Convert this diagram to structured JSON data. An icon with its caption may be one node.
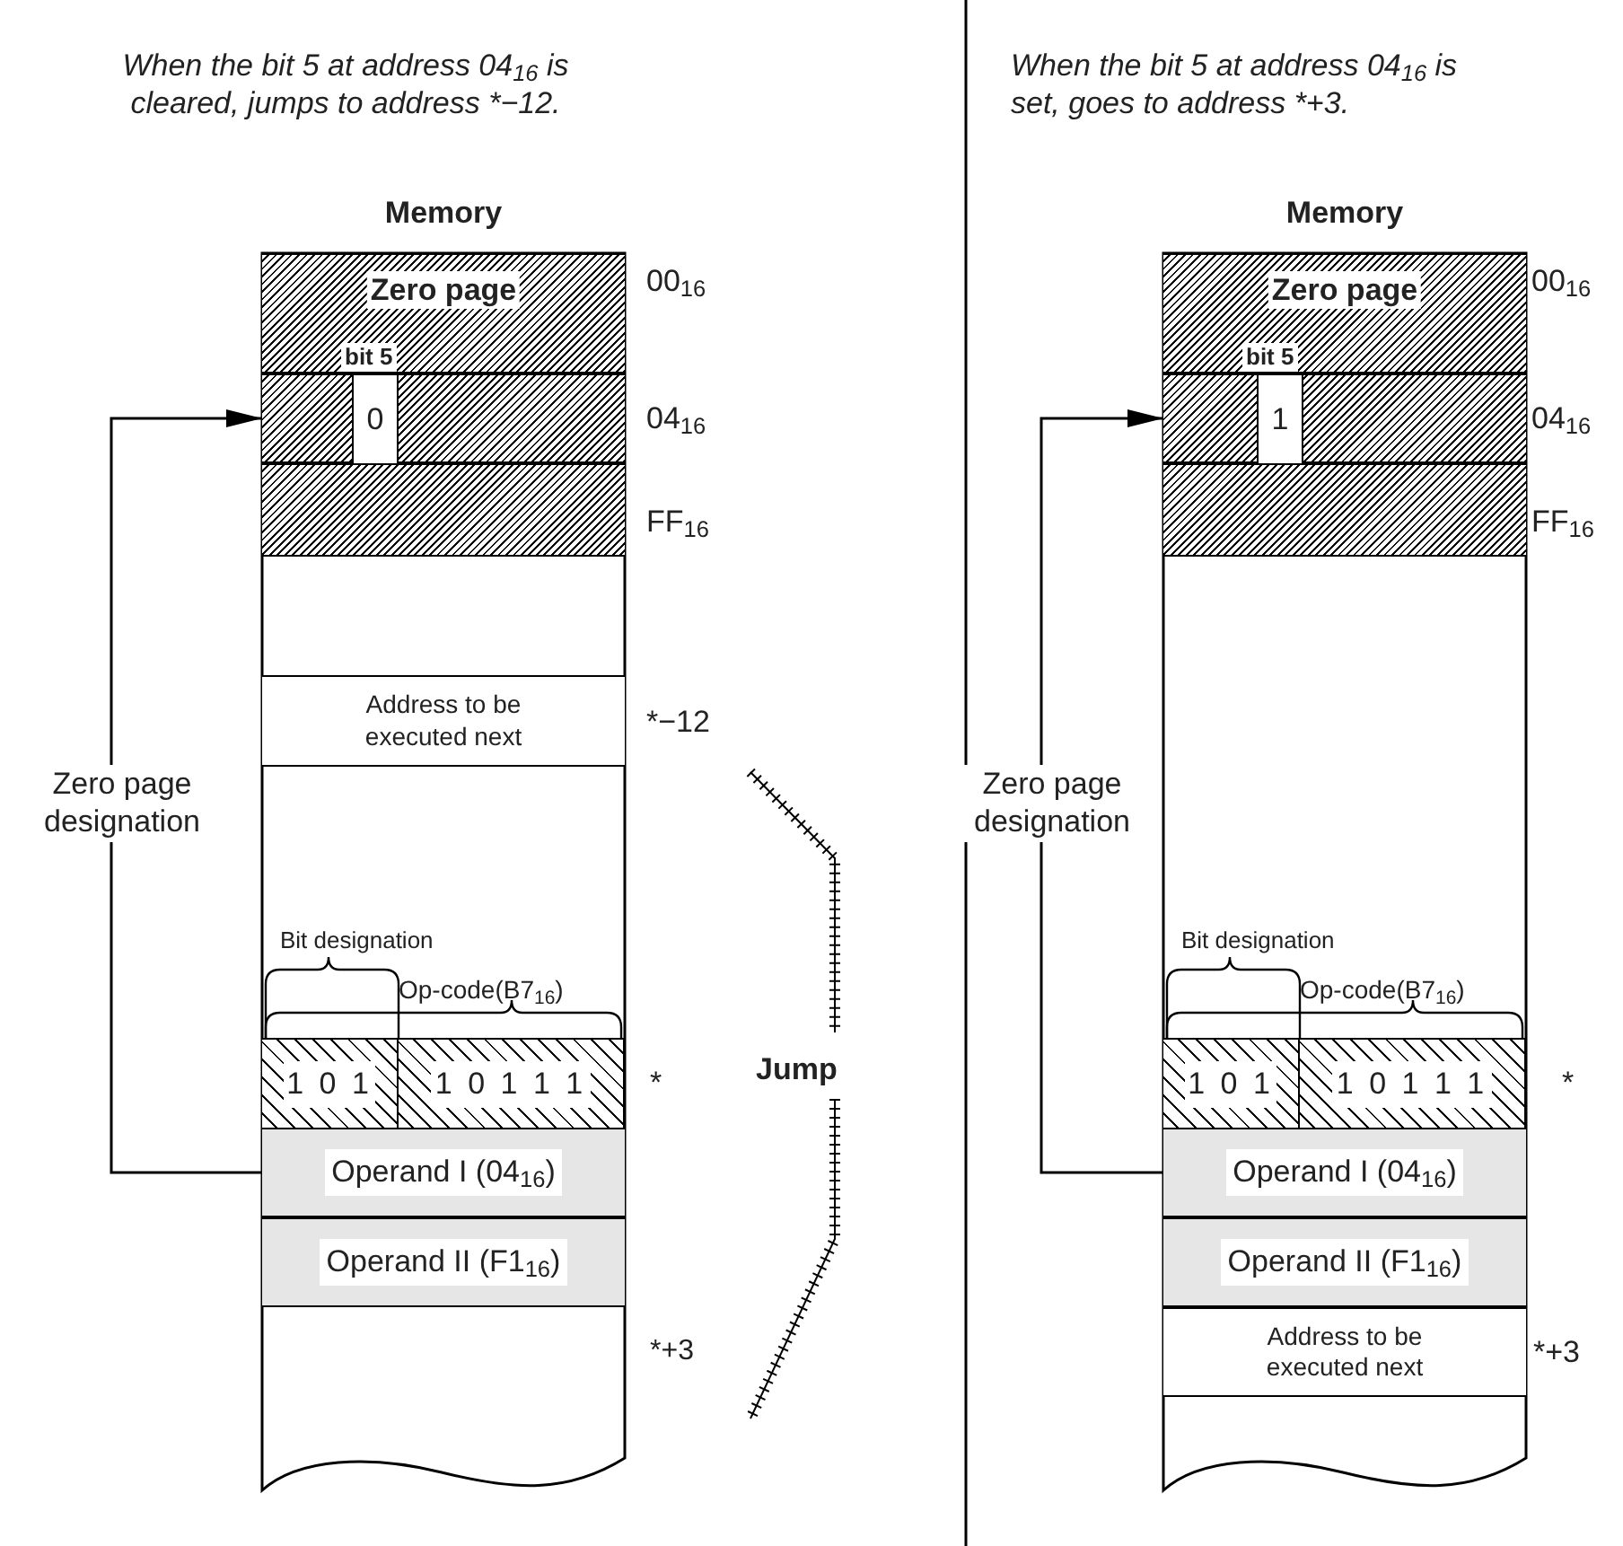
{
  "diagram": {
    "nodes": [
      {
        "text": [
          "Memory"
        ]
      },
      {
        "text": [
          "Zero page",
          "bit 5"
        ],
        "in": 0,
        "beside": [
          "00$_{16}$"
        ]
      },
      {
        "text": [],
        "shape": "box",
        "in": 0,
        "beside": [
          "04$_{16}$"
        ]
      },
      {
        "text": [
          "0"
        ],
        "in": 2
      },
      {
        "text": [],
        "shape": "box",
        "in": 0,
        "beside": [
          "FF$_{16}$"
        ]
      },
      {
        "text": [
          "Address to be executed next"
        ],
        "in": 0,
        "beside": [
          "*−12"
        ]
      },
      {
        "text": [],
        "shape": "box",
        "in": 0,
        "beside": [
          "*"
        ]
      },
      {
        "text": [
          "1 0 1"
        ],
        "in": 6
      },
      {
        "text": [
          "1 0 1 1 1"
        ],
        "in": 6
      },
      {
        "text": [
          "Operand I (04$_{16}$)"
        ],
        "in": 0
      },
      {
        "text": [
          "Operand II (F1$_{16}$)"
        ],
        "in": 0
      },
      {
        "text": [
          "Memory"
        ]
      },
      {
        "text": [
          "Zero page",
          "bit 5"
        ],
        "in": 11,
        "beside": [
          "00$_{16}$"
        ]
      },
      {
        "text": [],
        "shape": "box",
        "in": 11,
        "beside": [
          "04$_{16}$"
        ]
      },
      {
        "text": [
          "1"
        ],
        "in": 13
      },
      {
        "text": [],
        "shape": "box",
        "in": 11,
        "beside": [
          "FF$_{16}$"
        ]
      },
      {
        "text": [],
        "shape": "box",
        "in": 11,
        "beside": [
          "*"
        ]
      },
      {
        "text": [
          "1 0 1"
        ],
        "in": 16
      },
      {
        "text": [
          "1 0 1 1 1"
        ],
        "in": 16
      },
      {
        "text": [
          "Operand I (04$_{16}$)"
        ],
        "in": 11
      },
      {
        "text": [
          "Operand II (F1$_{16}$)"
        ],
        "in": 11
      },
      {
        "text": [
          "Address to be executed next"
        ],
        "in": 11,
        "beside": [
          "*+3"
        ]
      }
    ],
    "edges": [
      {
        "from": 9,
        "to": 2,
        "arrow": "to",
        "label": "Zero page designation"
      },
      {
        "from": 19,
        "to": 13,
        "arrow": "to",
        "label": "Zero page designation"
      }
    ],
    "labels": [
      "When the bit 5 at address 04$_{16}$ is cleared, jumps to address *−12.",
      "When the bit 5 at address 04$_{16}$ is set, goes to address *+3.",
      "Bit designation",
      "Op-code(B7$_{16}$)",
      "Jump",
      "*+3",
      "Bit designation",
      "Op-code(B7$_{16}$)"
    ]
  }
}
